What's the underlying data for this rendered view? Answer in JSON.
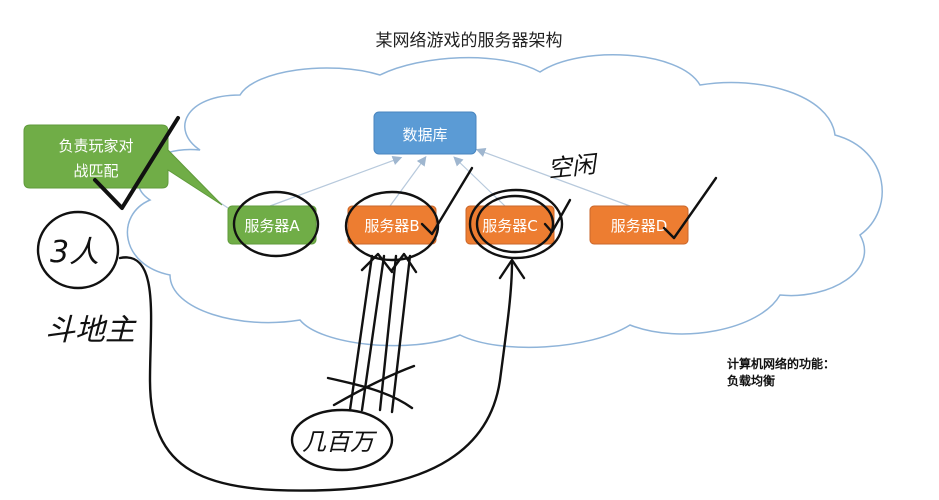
{
  "title": "某网络游戏的服务器架构",
  "colors": {
    "database": "#5b9bd5",
    "server_active": "#70ad47",
    "server_busy": "#ed7d31",
    "callout": "#70ad47",
    "cloud_stroke": "#8fb4d9",
    "connector": "#b7c9dc"
  },
  "database": {
    "label": "数据库"
  },
  "callout": {
    "label_line1": "负责玩家对",
    "label_line2": "战匹配"
  },
  "servers": [
    {
      "label": "服务器A"
    },
    {
      "label": "服务器B"
    },
    {
      "label": "服务器C"
    },
    {
      "label": "服务器D"
    }
  ],
  "handwriting": {
    "idle": "空闲",
    "three_people": "3人",
    "landlord": "斗地主",
    "hundreds": "几百万"
  },
  "note": {
    "line1": "计算机网络的功能：",
    "line2": "负载均衡"
  }
}
